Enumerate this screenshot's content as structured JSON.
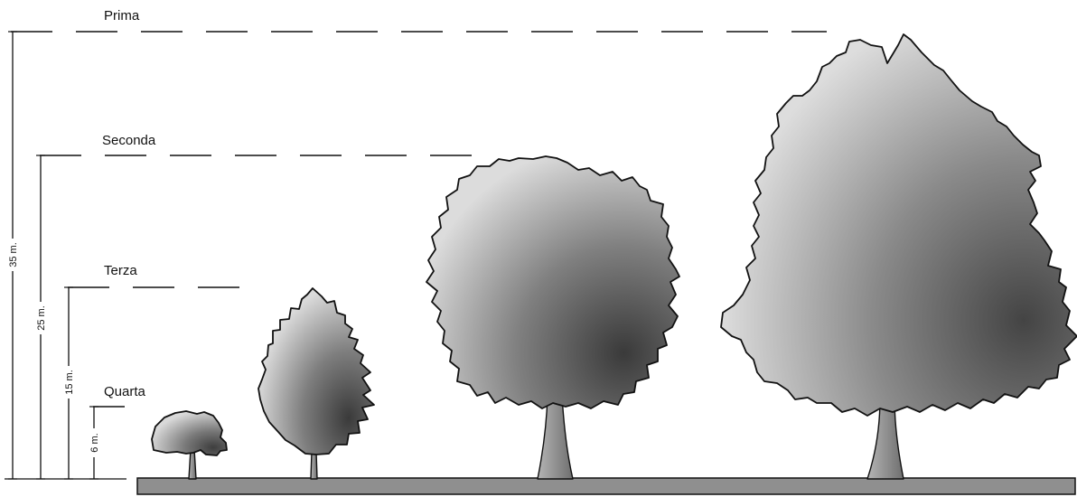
{
  "levels": [
    {
      "name": "Prima",
      "height": "35 m."
    },
    {
      "name": "Seconda",
      "height": "25 m."
    },
    {
      "name": "Terza",
      "height": "15 m."
    },
    {
      "name": "Quarta",
      "height": "6 m."
    }
  ],
  "colors": {
    "ink": "#111111",
    "crown_light": "#d6d6d6",
    "crown_dark": "#4a4a4a",
    "trunk": "#8a8a8a",
    "ground": "#8f8f8f"
  }
}
